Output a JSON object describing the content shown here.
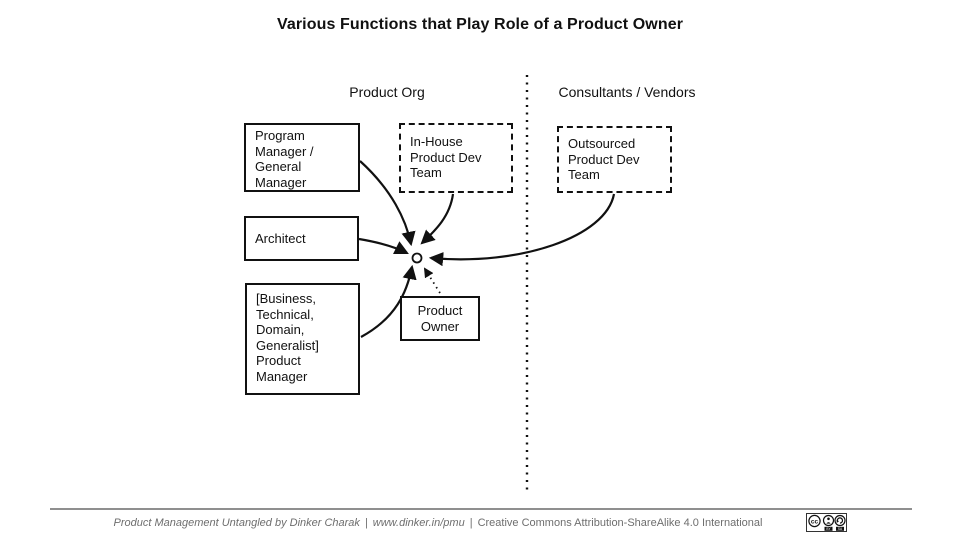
{
  "title": "Various Functions that Play Role of a Product Owner",
  "columns": {
    "left_header": "Product Org",
    "right_header": "Consultants / Vendors"
  },
  "boxes": {
    "program_manager": {
      "label": "Program\nManager /\nGeneral\nManager",
      "border": "solid"
    },
    "inhouse_team": {
      "label": "In-House\nProduct Dev\nTeam",
      "border": "dashed"
    },
    "outsourced_team": {
      "label": "Outsourced\nProduct Dev\nTeam",
      "border": "dashed"
    },
    "architect": {
      "label": "Architect",
      "border": "solid"
    },
    "product_manager": {
      "label": "[Business,\nTechnical,\nDomain,\nGeneralist]\nProduct\nManager",
      "border": "solid"
    },
    "product_owner": {
      "label": "Product\nOwner",
      "border": "solid"
    }
  },
  "footer": {
    "book_title": "Product Management Untangled by Dinker Charak",
    "separator": "|",
    "url": "www.dinker.in/pmu",
    "license": "Creative Commons Attribution-ShareAlike 4.0 International",
    "badge": {
      "cc": "cc",
      "by": "BY",
      "sa": "SA"
    }
  },
  "colors": {
    "ink": "#111111",
    "muted_text": "#6e6e6e",
    "rule": "#8f8f8f",
    "background": "#ffffff"
  }
}
